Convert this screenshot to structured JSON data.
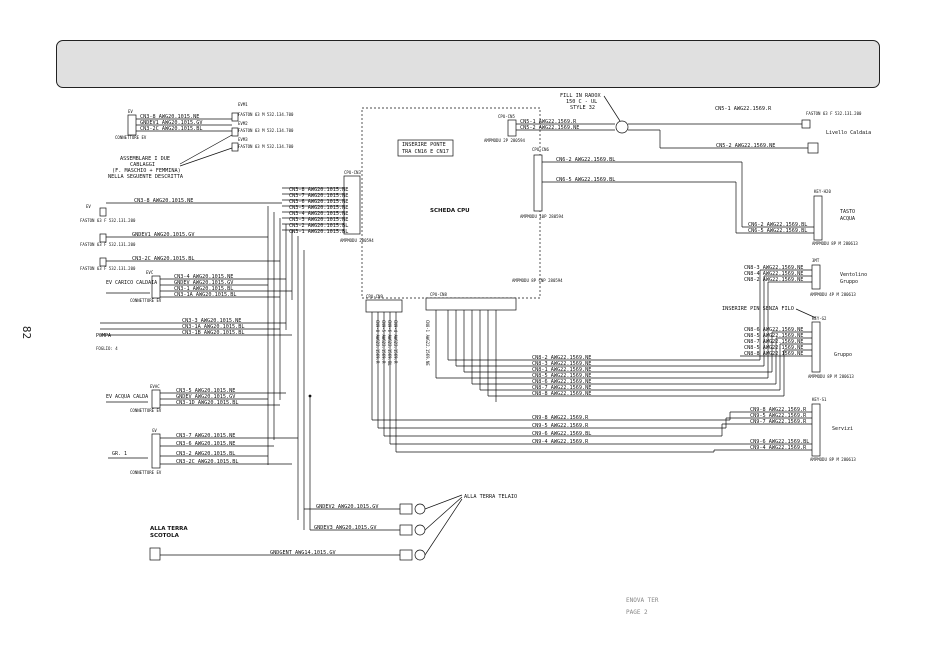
{
  "page_number": "82",
  "header_bar": "",
  "footer": {
    "model": "ENOVA TER",
    "page": "PAGE 2"
  },
  "cpu_label": "SCHEDA CPU",
  "top_left": {
    "ev_label": "EV",
    "wires": [
      "CN3-8 AWG20.1015.NE",
      "GNDEV1 AWG20.1015.GV",
      "CN3-2C AWG20.1015.BL"
    ],
    "connector": "CONNETTORE EV",
    "ev_tags": [
      "EVM1",
      "EVM2",
      "EVM3"
    ],
    "fastons": [
      "FASTON 63 M 532.134.700",
      "FASTON 63 M 532.134.700",
      "FASTON 63 M 532.134.700"
    ]
  },
  "assemble_note": [
    "ASSEMBLARE I DUE",
    "CABLAGGI",
    "(F. MASCHIO + FEMMINA)",
    "NELLA SEGUENTE DESCRITTA"
  ],
  "bridge_note": [
    "INSERIRE PONTE",
    "TRA CN16 E CN17"
  ],
  "fill_note": [
    "FILL IN RADOX",
    "150 C - UL",
    "STYLE 32"
  ],
  "pin_note": "INSERIRE PIN SENZA FILO",
  "terra_telaio": "ALLA TERRA TELAIO",
  "terra_scotola": [
    "ALLA TERRA",
    "SCOTOLA"
  ],
  "cn3_bus": [
    "CN3-8 AWG20.1015.NE",
    "CN3-7 AWG20.1015.NE",
    "CN3-6 AWG20.1015.NE",
    "CN3-5 AWG20.1015.NE",
    "CN3-4 AWG20.1015.NE",
    "CN3-3 AWG20.1015.NE",
    "CN3-2 AWG20.1015.BL",
    "CN3-1 AWG20.1015.BL"
  ],
  "cn3_connector": "CPU-CN3",
  "cn3_part": "AMPMODU 280594",
  "left_blocks": [
    {
      "name": "EV",
      "fastons": [
        "FASTON 63 F 532.131.200",
        "FASTON 63 F 532.131.200",
        "FASTON 63 F 532.131.200"
      ],
      "wires": [
        "CN3-8 AWG20.1015.NE",
        "GNDEV1 AWG20.1015.GV",
        "CN3-2C AWG20.1015.BL"
      ]
    },
    {
      "name": "EV CARICO CALDAIA",
      "tag": "EVC",
      "wires": [
        "CN3-4 AWG20.1015.NE",
        "GNDEV AWG20.1015.GV",
        "CN3-1 AWG20.1015.BL",
        "CN3-1A AWG20.1015.BL"
      ],
      "connector": "CONNETTORE EV"
    },
    {
      "name": "POMPA",
      "wires": [
        "CN3-3 AWG20.1015.NE",
        "CN3-1A AWG20.1015.BL",
        "CN3-1B AWG20.1015.BL"
      ],
      "sub": "FOGLIO: 4"
    },
    {
      "name": "EV ACQUA CALDA",
      "tag": "EVAC",
      "wires": [
        "CN3-5 AWG20.1015.NE",
        "GNDEV AWG20.1015.GV",
        "CN3-1D AWG20.1015.BL"
      ],
      "connector": "CONNETTORE EV"
    },
    {
      "name": "GR. 1",
      "tag": "GV",
      "wires": [
        "CN3-7 AWG20.1015.NE",
        "CN3-6 AWG20.1015.NE",
        "CN3-2 AWG20.1015.BL",
        "CN3-2C AWG20.1015.BL"
      ],
      "connector": "CONNETTORE EV"
    }
  ],
  "ground_wires": [
    "GNDEV2 AWG20.1015.GV",
    "GNDEV3 AWG20.1015.GV",
    "GNDGENT AWG14.1015.GV"
  ],
  "cn5": {
    "connector": "CPU-CN5",
    "wires": [
      "CN5-1 AWG22.1569.R",
      "CN5-2 AWG22.1569.NE"
    ],
    "part": "AMPMODU 2P 280594"
  },
  "livello": {
    "name": "Livello Caldaia",
    "faston": "FASTON 63 F 532.131.200",
    "wires": [
      "CN5-1 AWG22.1569.R",
      "CN5-2 AWG22.1569.NE"
    ]
  },
  "cn6": {
    "connector": "CPU-CN6",
    "wires": [
      "CN6-2 AWG22.1569.BL",
      "CN6-5 AWG22.1569.BL"
    ],
    "part": "AMPMODU 10P 280594"
  },
  "tasto": {
    "name": "TASTO ACQUA",
    "key": "KEY-H20",
    "wires": [
      "CN6-2 AWG22.1569.BL",
      "CN6-5 AWG22.1569.BL"
    ],
    "part": "AMPMODU 8P M 280613"
  },
  "ventolino": {
    "name": "Ventolino Gruppo",
    "key": "3MT",
    "wires": [
      "CN8-3 AWG22.1569.NE",
      "CN8-4 AWG22.1569.NE",
      "CN8-2 AWG22.1569.NE"
    ],
    "part": "AMPMODU 4P M 280613"
  },
  "gruppo": {
    "name": "Gruppo",
    "key": "KEY-G2",
    "wires": [
      "CN8-6 AWG22.1569.NE",
      "CN8-5 AWG22.1569.NE",
      "CN8-7 AWG22.1569.NE",
      "CN8-5 AWG22.1569.NE",
      "CN8-8 AWG22.1569.NE"
    ],
    "part": "AMPMODU 8P M 280613"
  },
  "servizi": {
    "name": "Servizi",
    "key": "KEY-S1",
    "wires": [
      "CN9-8 AWG22.1569.R",
      "CN9-5 AWG22.1569.R",
      "CN9-7 AWG22.1569.R",
      "CN9-6 AWG22.1569.BL",
      "CN9-4 AWG22.1569.R"
    ],
    "part": "AMPMODU 8P M 280613"
  },
  "cn8_bus": [
    "CN8-2 AWG22.1569.NE",
    "CN8-3 AWG22.1569.NE",
    "CN8-1 AWG22.1569.NE",
    "CN8-5 AWG22.1569.NE",
    "CN8-6 AWG22.1569.NE",
    "CN8-7 AWG22.1569.NE",
    "CN8-8 AWG22.1569.NE"
  ],
  "cn9_bus": [
    "CN9-8 AWG22.1569.R",
    "CN9-5 AWG22.1569.R",
    "CN9-6 AWG22.1569.BL",
    "CN9-4 AWG22.1569.R"
  ],
  "vertical_labels": [
    "CN9-8 AWG22.1569.R",
    "CN9-5 AWG22.1569.R",
    "CN9-6 AWG22.1569.BL",
    "CN9-4 AWG22.1569.R",
    "CN8-1 AWG22.1569.NE"
  ],
  "cn8_connector": "CPU-CN8",
  "cn9_connector": "CPU-CN9",
  "part_small": "AMPMODU 8P CNP 280594"
}
